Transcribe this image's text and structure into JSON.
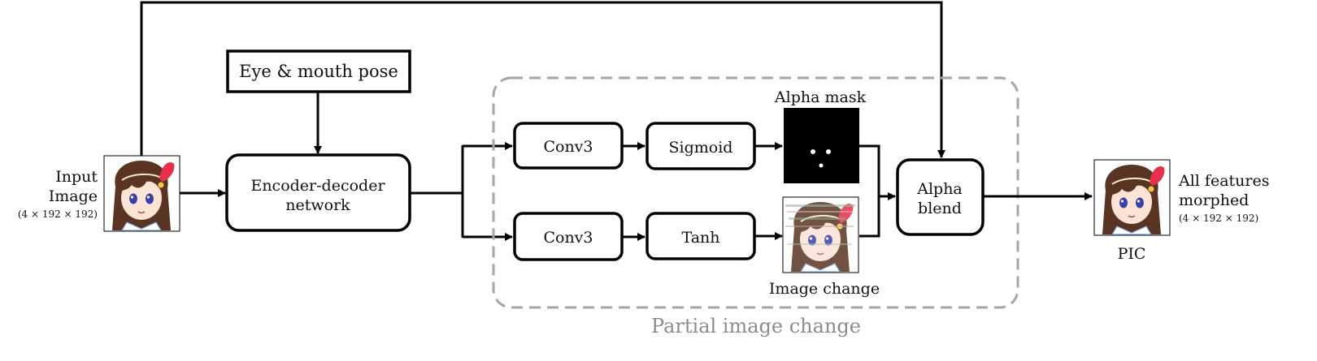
{
  "labels": {
    "input_line1": "Input",
    "input_line2": "Image",
    "input_dims": "(4 × 192 × 192)",
    "eye_mouth_pose": "Eye & mouth pose",
    "encoder_line1": "Encoder-decoder",
    "encoder_line2": "network",
    "conv3_top": "Conv3",
    "conv3_bottom": "Conv3",
    "sigmoid": "Sigmoid",
    "tanh": "Tanh",
    "alpha_mask": "Alpha mask",
    "image_change": "Image change",
    "alpha_line1": "Alpha",
    "alpha_line2": "blend",
    "output_line1": "All features",
    "output_line2": "morphed",
    "output_dims": "(4 × 192 × 192)",
    "pic": "PIC",
    "partial_image_change": "Partial image change"
  },
  "colors": {
    "line": "#000000",
    "dashed_group": "#a6a6a6",
    "group_label": "#8c8c8c",
    "hair": "#5a3422",
    "skin": "#fbe3d5",
    "eye": "#3b3fa8",
    "ribbon": "#e8304a",
    "mask_bg": "#000000"
  }
}
